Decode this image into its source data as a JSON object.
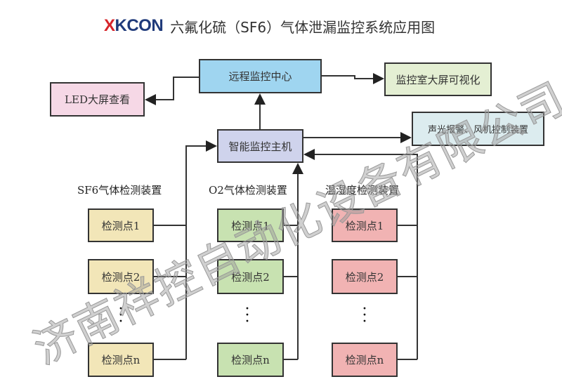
{
  "title": {
    "logo_mark": "X",
    "logo_text": "KCON",
    "text": "六氟化硫（SF6）气体泄漏监控系统应用图"
  },
  "nodes": {
    "remote": "远程监控中心",
    "screen": "监控室大屏可视化",
    "led": "LED大屏查看",
    "host": "智能监控主机",
    "alarm": "声光报警、风机控制装置"
  },
  "columns": [
    {
      "label": "SF6气体检测装置",
      "points": [
        "检测点1",
        "检测点2",
        "检测点n"
      ]
    },
    {
      "label": "O2气体检测装置",
      "points": [
        "检测点1",
        "检测点2",
        "检测点n"
      ]
    },
    {
      "label": "温湿度检测装置",
      "points": [
        "检测点1",
        "检测点2",
        "检测点n"
      ]
    }
  ],
  "watermark": "济南祥控自动化设备有限公司",
  "colors": {
    "remote": "#9fd5f0",
    "screen": "#e4efd3",
    "led": "#f6d8e6",
    "host": "#cfd3ec",
    "alarm": "#dcecef",
    "sf6": "#f2e6b8",
    "o2": "#c8e2b1",
    "th": "#f1b3b3"
  }
}
